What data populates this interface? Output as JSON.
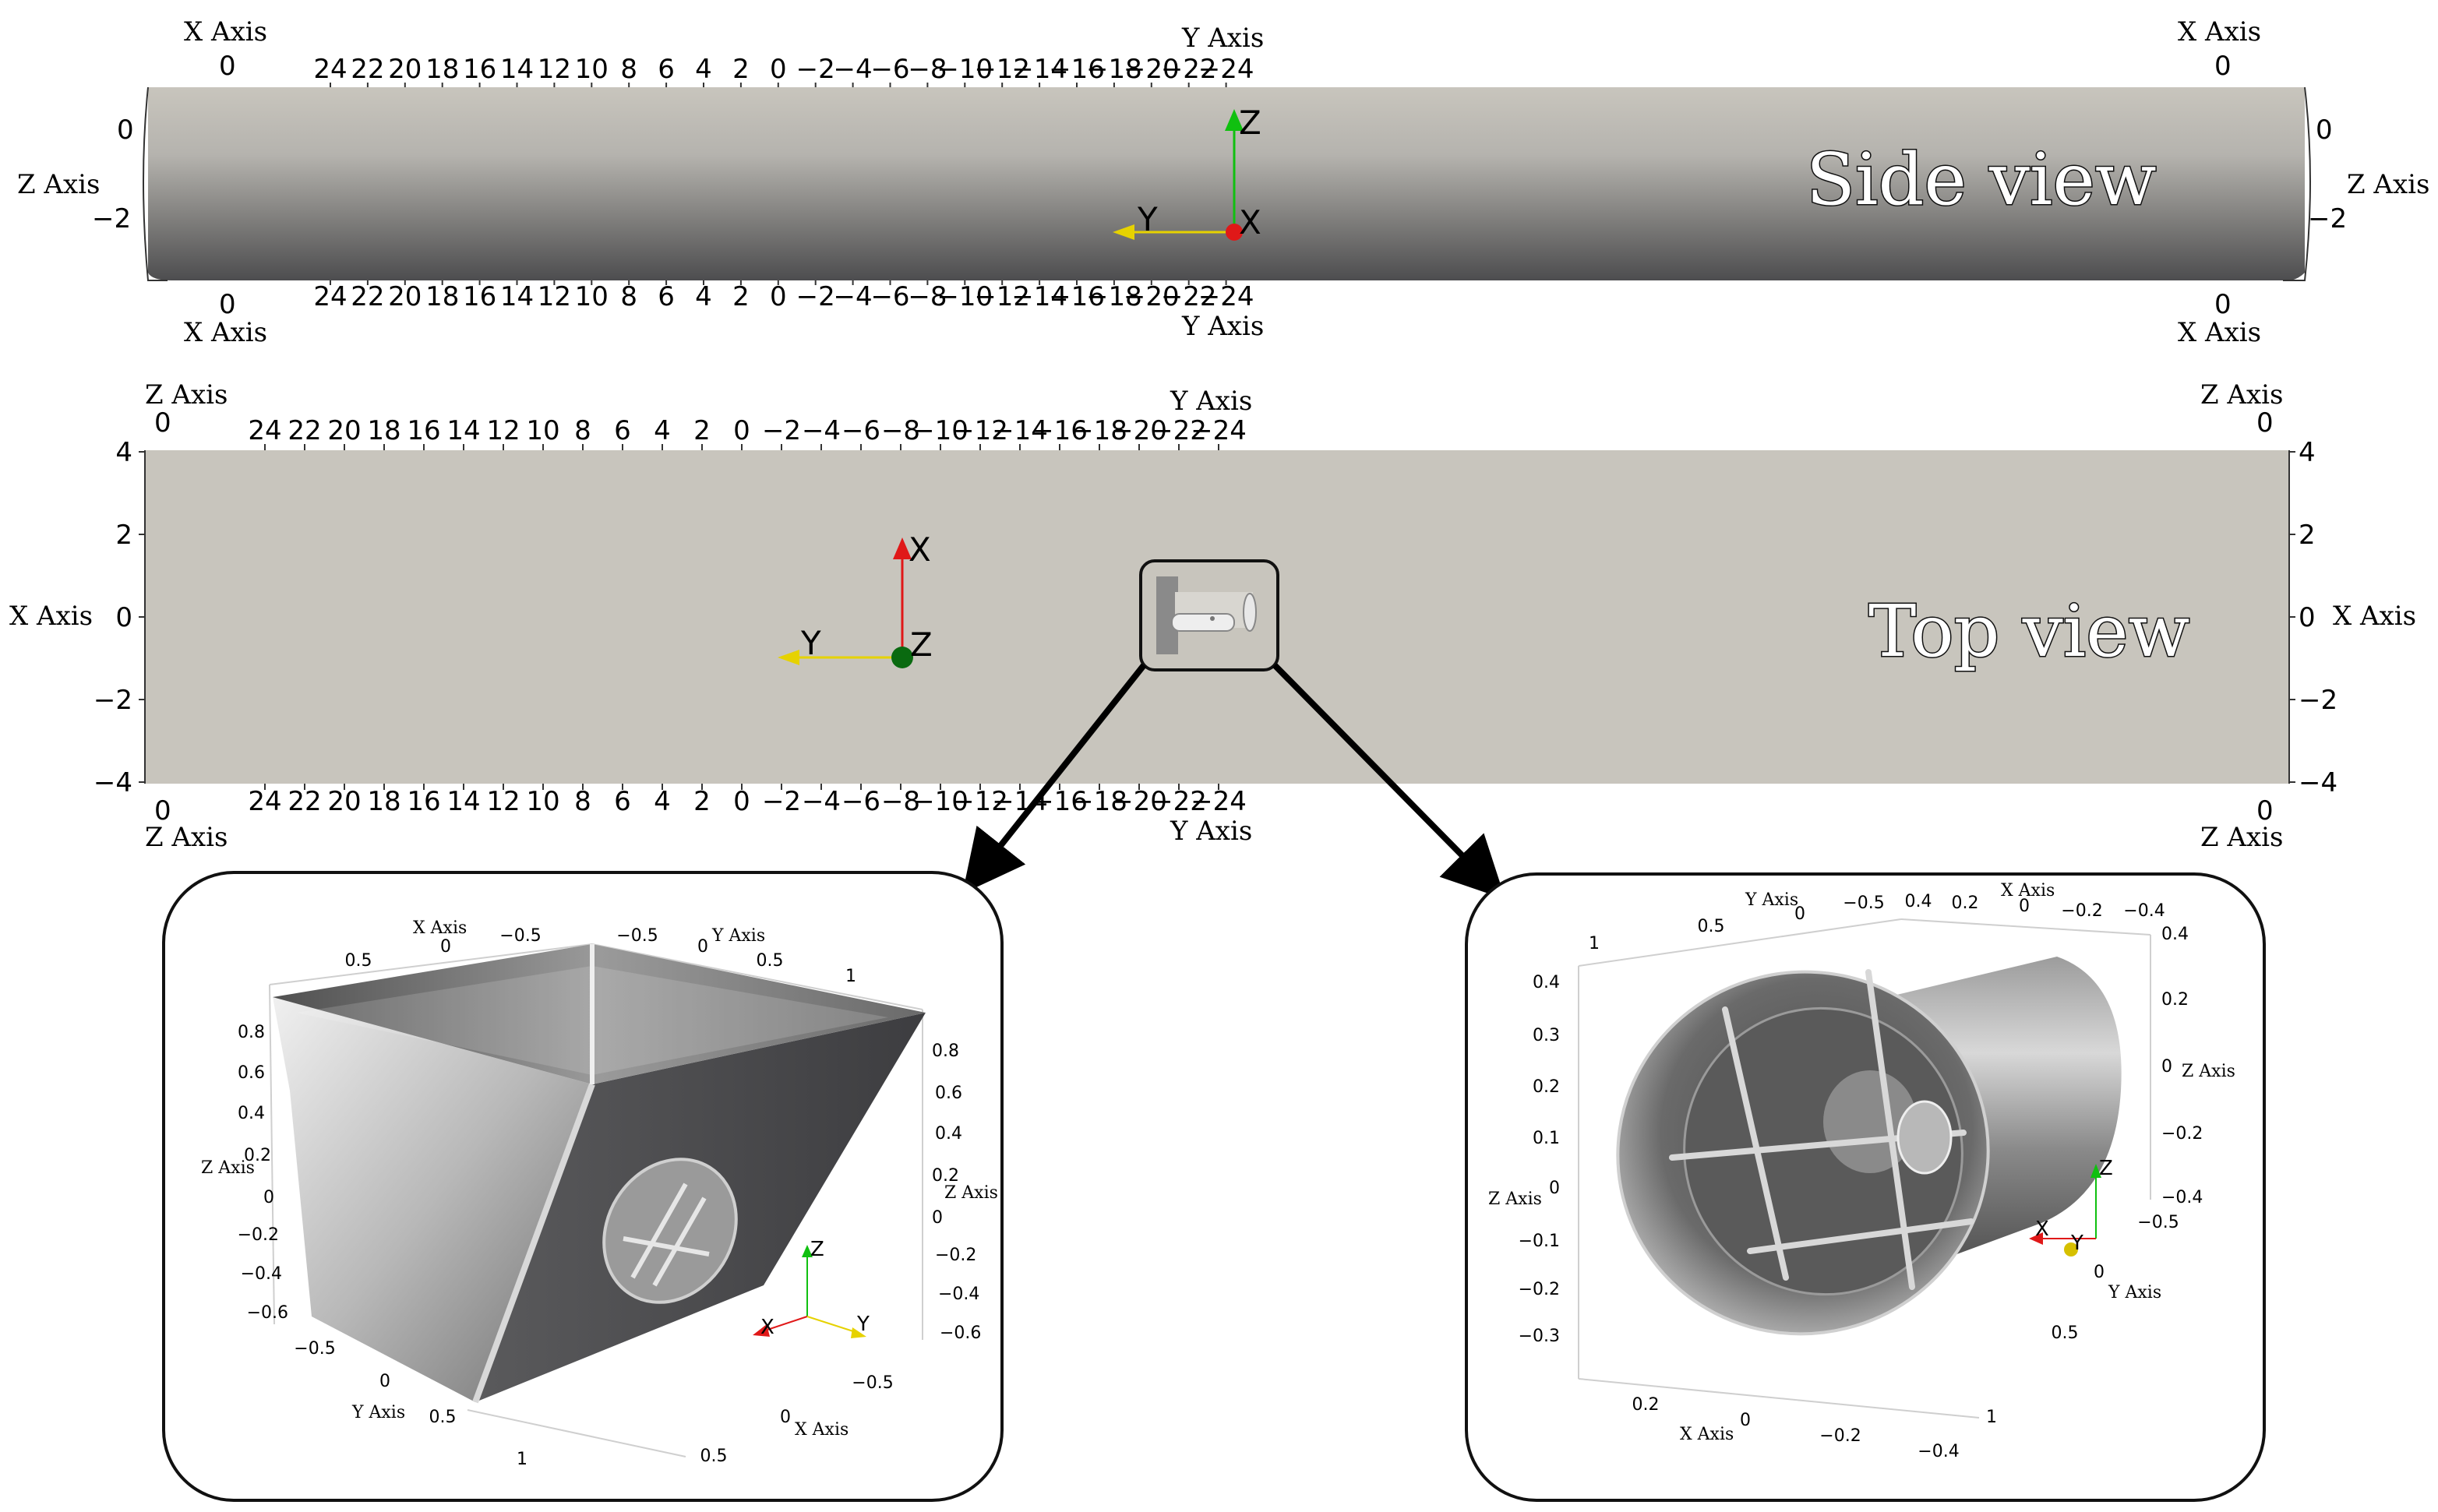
{
  "side_view": {
    "label": "Side view",
    "top_axis": {
      "left_title": "X Axis",
      "left_zero": "0",
      "center_title": "Y Axis",
      "right_title": "X Axis",
      "right_zero": "0",
      "ticks": [
        "24",
        "22",
        "20",
        "18",
        "16",
        "14",
        "12",
        "10",
        "8",
        "6",
        "4",
        "2",
        "0",
        "−2",
        "−4",
        "−6",
        "−8",
        "−10",
        "−12",
        "−14",
        "−16",
        "−18",
        "−20",
        "−22",
        "−24"
      ]
    },
    "bottom_axis": {
      "left_title": "X Axis",
      "left_zero": "0",
      "center_title": "Y Axis",
      "right_title": "X Axis",
      "right_zero": "0",
      "ticks": [
        "24",
        "22",
        "20",
        "18",
        "16",
        "14",
        "12",
        "10",
        "8",
        "6",
        "4",
        "2",
        "0",
        "−2",
        "−4",
        "−6",
        "−8",
        "−10",
        "−12",
        "−14",
        "−16",
        "−18",
        "−20",
        "−22",
        "−24"
      ]
    },
    "left_axis": {
      "title": "Z Axis",
      "ticks": [
        "0",
        "−2"
      ]
    },
    "right_axis": {
      "title": "Z Axis",
      "ticks": [
        "0",
        "−2"
      ]
    },
    "orientation": {
      "z": "Z",
      "y": "Y",
      "x": "X"
    }
  },
  "top_view": {
    "label": "Top view",
    "top_axis": {
      "left_title": "Z Axis",
      "left_zero": "0",
      "center_title": "Y Axis",
      "right_title": "Z Axis",
      "right_zero": "0",
      "ticks": [
        "24",
        "22",
        "20",
        "18",
        "16",
        "14",
        "12",
        "10",
        "8",
        "6",
        "4",
        "2",
        "0",
        "−2",
        "−4",
        "−6",
        "−8",
        "−10",
        "−12",
        "−14",
        "−16",
        "−18",
        "−20",
        "−22",
        "−24"
      ]
    },
    "bottom_axis": {
      "left_title": "Z Axis",
      "left_zero": "0",
      "center_title": "Y Axis",
      "right_title": "Z Axis",
      "right_zero": "0",
      "ticks": [
        "24",
        "22",
        "20",
        "18",
        "16",
        "14",
        "12",
        "10",
        "8",
        "6",
        "4",
        "2",
        "0",
        "−2",
        "−4",
        "−6",
        "−8",
        "−10",
        "−12",
        "−14",
        "−16",
        "−18",
        "−20",
        "−22",
        "−24"
      ]
    },
    "left_axis": {
      "title": "X Axis",
      "ticks": [
        "4",
        "2",
        "0",
        "−2",
        "−4"
      ]
    },
    "right_axis": {
      "title": "X Axis",
      "ticks": [
        "4",
        "2",
        "0",
        "−2",
        "−4"
      ]
    },
    "orientation": {
      "x": "X",
      "y": "Y",
      "z": "Z"
    }
  },
  "inset_left": {
    "x_axis_title": "X Axis",
    "y_axis_title_top": "Y Axis",
    "z_axis_title_left": "Z Axis",
    "z_axis_title_right": "Z Axis",
    "y_axis_title_bottom": "Y Axis",
    "x_axis_title_bottom": "X Axis",
    "top_ticks": [
      "0.5",
      "0",
      "−0.5",
      "−0.5",
      "0",
      "0.5",
      "1"
    ],
    "left_ticks": [
      "0.8",
      "0.6",
      "0.4",
      "0.2",
      "0",
      "−0.2",
      "−0.4",
      "−0.6"
    ],
    "right_ticks": [
      "0.8",
      "0.6",
      "0.4",
      "0.2",
      "0",
      "−0.2",
      "−0.4",
      "−0.6"
    ],
    "bottom_ticks": [
      "−0.5",
      "0",
      "0.5",
      "1",
      "0.5",
      "−0.5",
      "0"
    ],
    "orientation": {
      "x": "X",
      "y": "Y",
      "z": "Z"
    }
  },
  "inset_right": {
    "x_axis_title_top": "X Axis",
    "y_axis_title_top": "Y Axis",
    "z_axis_title_left": "Z Axis",
    "z_axis_title_right": "Z Axis",
    "y_axis_title_right": "Y Axis",
    "x_axis_title_bottom": "X Axis",
    "top_ticks": [
      "1",
      "0.5",
      "0",
      "−0.5",
      "0.4",
      "0.2",
      "0",
      "−0.2",
      "−0.4"
    ],
    "left_ticks": [
      "0.4",
      "0.3",
      "0.2",
      "0.1",
      "0",
      "−0.1",
      "−0.2",
      "−0.3"
    ],
    "right_ticks": [
      "0.4",
      "0.2",
      "0",
      "−0.2",
      "−0.4"
    ],
    "bottom_ticks": [
      "0.2",
      "0",
      "−0.2",
      "−0.4",
      "1",
      "0.5",
      "0",
      "−0.5"
    ],
    "orientation": {
      "x": "X",
      "y": "Y",
      "z": "Z"
    }
  },
  "colors": {
    "x_axis": "#d01010",
    "y_axis": "#e6d200",
    "z_axis": "#10c010",
    "hull": "#c8c5bd"
  }
}
